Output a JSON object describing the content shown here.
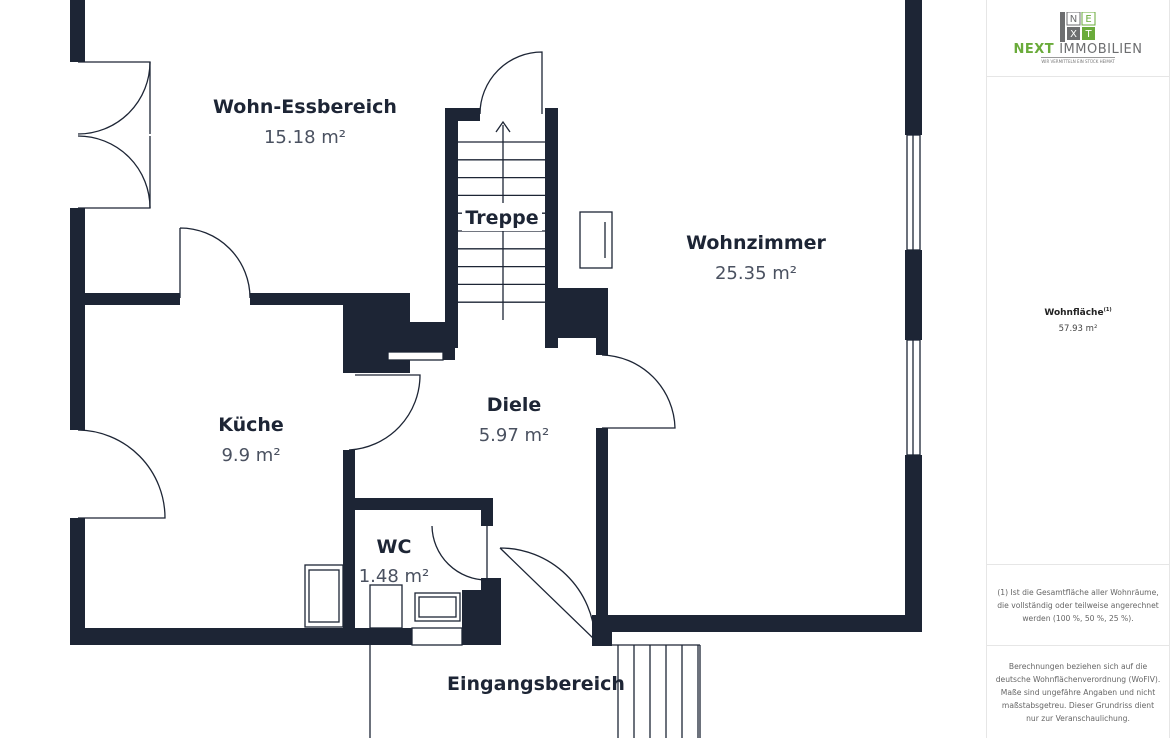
{
  "rooms": [
    {
      "name": "Wohn-Essbereich",
      "area": "15.18 m²"
    },
    {
      "name": "Treppe",
      "area": ""
    },
    {
      "name": "Wohnzimmer",
      "area": "25.35 m²"
    },
    {
      "name": "Küche",
      "area": "9.9 m²"
    },
    {
      "name": "Diele",
      "area": "5.97 m²"
    },
    {
      "name": "WC",
      "area": "1.48 m²"
    },
    {
      "name": "Eingangsbereich",
      "area": ""
    }
  ],
  "panel": {
    "logo": {
      "letters": [
        "N",
        "E",
        "X",
        "T"
      ],
      "brand_green": "NEXT",
      "brand_grey": "IMMOBILIEN",
      "tagline": "WIR VERMITTELN EIN STÜCK HEIMAT"
    },
    "summary_label": "Wohnfläche",
    "summary_sup": "(1)",
    "summary_value": "57.93 m²",
    "footnote": "(1) Ist die Gesamtfläche aller Wohnräume, die vollständig oder teilweise angerechnet werden (100 %, 50 %, 25 %).",
    "disclaimer": "Berechnungen beziehen sich auf die deutsche Wohnflächenverordnung (WoFlV). Maße sind ungefähre Angaben und nicht maßstabsgetreu. Dieser Grundriss dient nur zur Veranschaulichung."
  },
  "colors": {
    "wall": "#1d2535",
    "green": "#6aab3a",
    "grey": "#6d6e70"
  }
}
